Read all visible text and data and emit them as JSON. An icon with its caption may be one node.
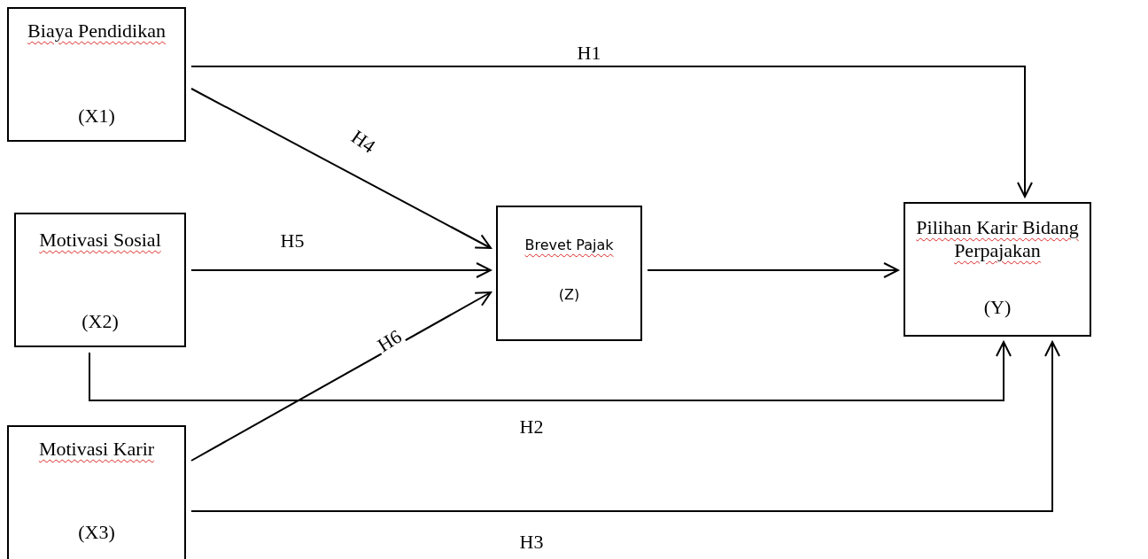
{
  "diagram": {
    "nodes": [
      {
        "text": [
          "Biaya Pendidikan",
          "(X1)"
        ]
      },
      {
        "text": [
          "Motivasi Sosial",
          "(X2)"
        ]
      },
      {
        "text": [
          "Motivasi Karir",
          "(X3)"
        ]
      },
      {
        "text": [
          "Brevet Pajak",
          "(Z)"
        ]
      },
      {
        "text": [
          "Pilihan Karir Bidang Perpajakan",
          "(Y)"
        ]
      }
    ],
    "edges": [
      {
        "from": 0,
        "to": 4,
        "arrow": "to",
        "label": "H1"
      },
      {
        "from": 0,
        "to": 3,
        "arrow": "to",
        "label": "H4"
      },
      {
        "from": 1,
        "to": 3,
        "arrow": "to",
        "label": "H5"
      },
      {
        "from": 3,
        "to": 4,
        "arrow": "to"
      },
      {
        "from": 1,
        "to": 4,
        "arrow": "to",
        "label": "H2"
      },
      {
        "from": 2,
        "to": 3,
        "arrow": "to",
        "label": "H6"
      },
      {
        "from": 2,
        "to": 4,
        "arrow": "to",
        "label": "H3"
      }
    ]
  }
}
